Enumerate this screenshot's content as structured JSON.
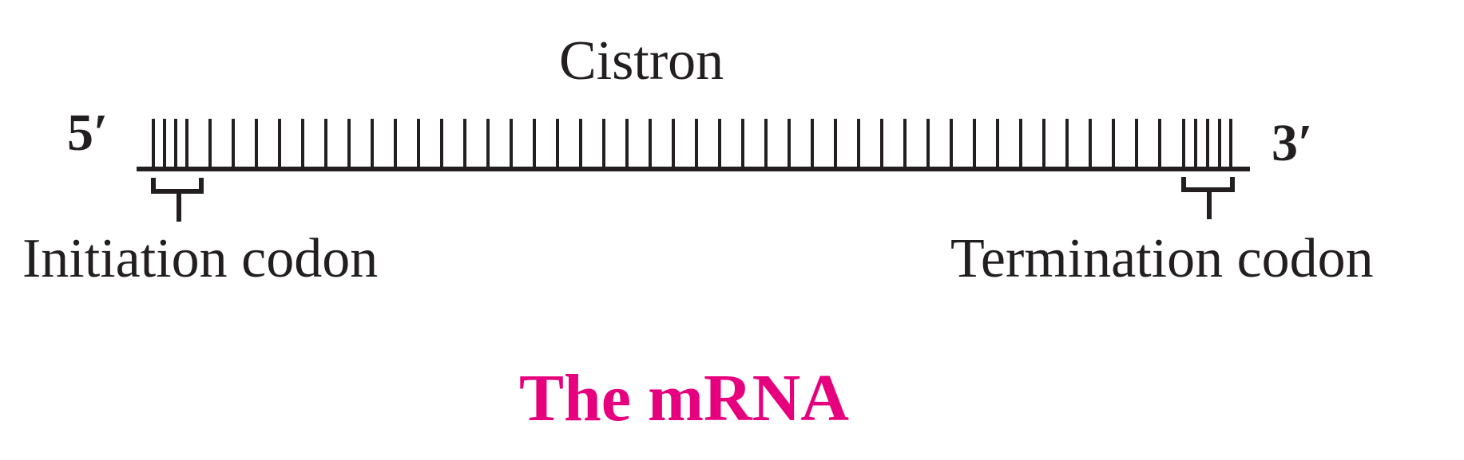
{
  "gene_label": "Cistron",
  "five_prime_end": "5′",
  "three_prime_end": "3′",
  "start_codon_label": "Initiation codon",
  "stop_codon_label": "Termination codon",
  "title": "The mRNA",
  "colors": {
    "ink": "#231f20",
    "title": "#e6007e"
  }
}
